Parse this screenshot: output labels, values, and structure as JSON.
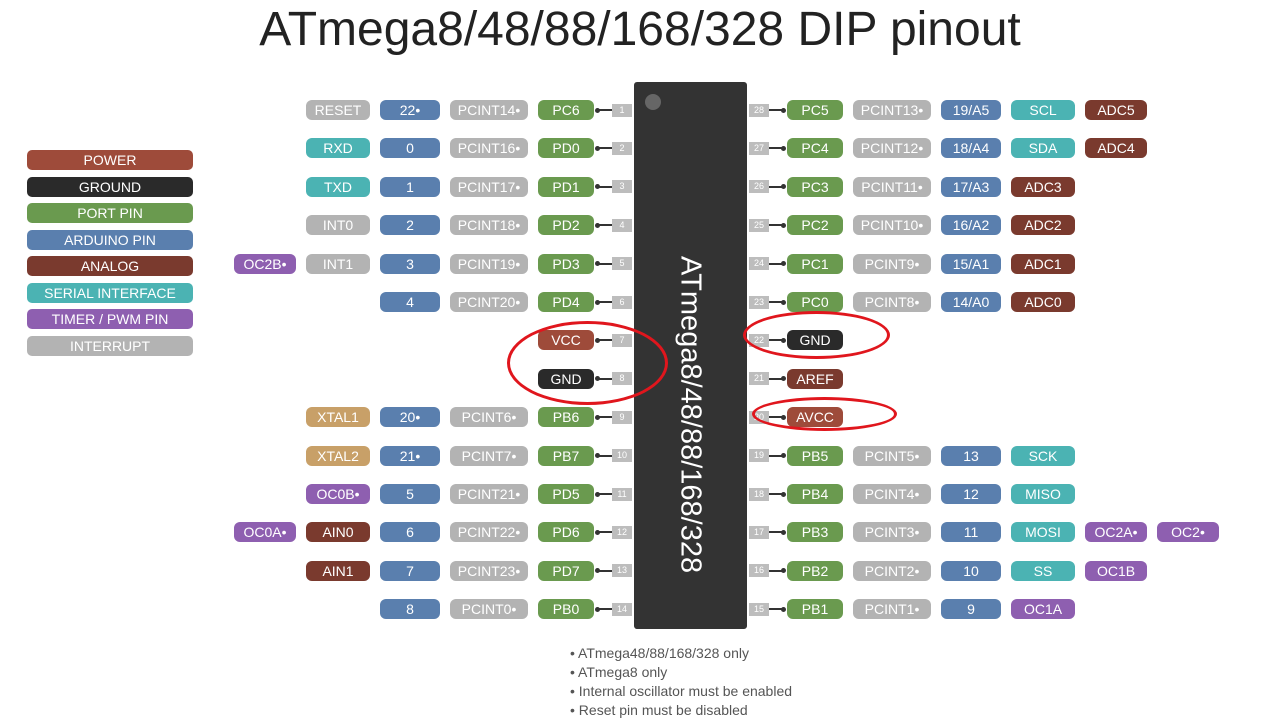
{
  "title": "ATmega8/48/88/168/328 DIP pinout",
  "chip_label": "ATmega8/48/88/168/328",
  "colors": {
    "power": "#9e4b3a",
    "ground": "#2a2a2a",
    "port": "#6a9a4f",
    "arduino": "#5a7fae",
    "analog": "#7a3a2e",
    "serial": "#4bb3b3",
    "timer": "#8e5fb0",
    "interrupt": "#b3b3b3",
    "xtal": "#c8a068",
    "highlight": "#e0161d"
  },
  "legend": [
    {
      "label": "POWER",
      "cat": "power"
    },
    {
      "label": "GROUND",
      "cat": "ground"
    },
    {
      "label": "PORT PIN",
      "cat": "port"
    },
    {
      "label": "ARDUINO PIN",
      "cat": "arduino"
    },
    {
      "label": "ANALOG",
      "cat": "analog"
    },
    {
      "label": "SERIAL INTERFACE",
      "cat": "serial"
    },
    {
      "label": "TIMER / PWM PIN",
      "cat": "timer"
    },
    {
      "label": "INTERRUPT",
      "cat": "interrupt"
    }
  ],
  "left_pins": [
    {
      "num": "1",
      "tags": [
        [
          "PC6",
          "port"
        ],
        [
          "PCINT14•",
          "interrupt"
        ],
        [
          "22•",
          "arduino"
        ],
        [
          "RESET",
          "interrupt"
        ]
      ]
    },
    {
      "num": "2",
      "tags": [
        [
          "PD0",
          "port"
        ],
        [
          "PCINT16•",
          "interrupt"
        ],
        [
          "0",
          "arduino"
        ],
        [
          "RXD",
          "serial"
        ]
      ]
    },
    {
      "num": "3",
      "tags": [
        [
          "PD1",
          "port"
        ],
        [
          "PCINT17•",
          "interrupt"
        ],
        [
          "1",
          "arduino"
        ],
        [
          "TXD",
          "serial"
        ]
      ]
    },
    {
      "num": "4",
      "tags": [
        [
          "PD2",
          "port"
        ],
        [
          "PCINT18•",
          "interrupt"
        ],
        [
          "2",
          "arduino"
        ],
        [
          "INT0",
          "interrupt"
        ]
      ]
    },
    {
      "num": "5",
      "tags": [
        [
          "PD3",
          "port"
        ],
        [
          "PCINT19•",
          "interrupt"
        ],
        [
          "3",
          "arduino"
        ],
        [
          "INT1",
          "interrupt"
        ],
        [
          "OC2B•",
          "timer"
        ]
      ]
    },
    {
      "num": "6",
      "tags": [
        [
          "PD4",
          "port"
        ],
        [
          "PCINT20•",
          "interrupt"
        ],
        [
          "4",
          "arduino"
        ]
      ]
    },
    {
      "num": "7",
      "tags": [
        [
          "VCC",
          "power"
        ]
      ]
    },
    {
      "num": "8",
      "tags": [
        [
          "GND",
          "ground"
        ]
      ]
    },
    {
      "num": "9",
      "tags": [
        [
          "PB6",
          "port"
        ],
        [
          "PCINT6•",
          "interrupt"
        ],
        [
          "20•",
          "arduino"
        ],
        [
          "XTAL1",
          "xtal"
        ]
      ]
    },
    {
      "num": "10",
      "tags": [
        [
          "PB7",
          "port"
        ],
        [
          "PCINT7•",
          "interrupt"
        ],
        [
          "21•",
          "arduino"
        ],
        [
          "XTAL2",
          "xtal"
        ]
      ]
    },
    {
      "num": "11",
      "tags": [
        [
          "PD5",
          "port"
        ],
        [
          "PCINT21•",
          "interrupt"
        ],
        [
          "5",
          "arduino"
        ],
        [
          "OC0B•",
          "timer"
        ]
      ]
    },
    {
      "num": "12",
      "tags": [
        [
          "PD6",
          "port"
        ],
        [
          "PCINT22•",
          "interrupt"
        ],
        [
          "6",
          "arduino"
        ],
        [
          "AIN0",
          "analog"
        ],
        [
          "OC0A•",
          "timer"
        ]
      ]
    },
    {
      "num": "13",
      "tags": [
        [
          "PD7",
          "port"
        ],
        [
          "PCINT23•",
          "interrupt"
        ],
        [
          "7",
          "arduino"
        ],
        [
          "AIN1",
          "analog"
        ]
      ]
    },
    {
      "num": "14",
      "tags": [
        [
          "PB0",
          "port"
        ],
        [
          "PCINT0•",
          "interrupt"
        ],
        [
          "8",
          "arduino"
        ]
      ]
    }
  ],
  "right_pins": [
    {
      "num": "28",
      "tags": [
        [
          "PC5",
          "port"
        ],
        [
          "PCINT13•",
          "interrupt"
        ],
        [
          "19/A5",
          "arduino"
        ],
        [
          "SCL",
          "serial"
        ],
        [
          "ADC5",
          "analog"
        ]
      ]
    },
    {
      "num": "27",
      "tags": [
        [
          "PC4",
          "port"
        ],
        [
          "PCINT12•",
          "interrupt"
        ],
        [
          "18/A4",
          "arduino"
        ],
        [
          "SDA",
          "serial"
        ],
        [
          "ADC4",
          "analog"
        ]
      ]
    },
    {
      "num": "26",
      "tags": [
        [
          "PC3",
          "port"
        ],
        [
          "PCINT11•",
          "interrupt"
        ],
        [
          "17/A3",
          "arduino"
        ],
        [
          "ADC3",
          "analog"
        ]
      ]
    },
    {
      "num": "25",
      "tags": [
        [
          "PC2",
          "port"
        ],
        [
          "PCINT10•",
          "interrupt"
        ],
        [
          "16/A2",
          "arduino"
        ],
        [
          "ADC2",
          "analog"
        ]
      ]
    },
    {
      "num": "24",
      "tags": [
        [
          "PC1",
          "port"
        ],
        [
          "PCINT9•",
          "interrupt"
        ],
        [
          "15/A1",
          "arduino"
        ],
        [
          "ADC1",
          "analog"
        ]
      ]
    },
    {
      "num": "23",
      "tags": [
        [
          "PC0",
          "port"
        ],
        [
          "PCINT8•",
          "interrupt"
        ],
        [
          "14/A0",
          "arduino"
        ],
        [
          "ADC0",
          "analog"
        ]
      ]
    },
    {
      "num": "22",
      "tags": [
        [
          "GND",
          "ground"
        ]
      ]
    },
    {
      "num": "21",
      "tags": [
        [
          "AREF",
          "analog"
        ]
      ]
    },
    {
      "num": "20",
      "tags": [
        [
          "AVCC",
          "power"
        ]
      ]
    },
    {
      "num": "19",
      "tags": [
        [
          "PB5",
          "port"
        ],
        [
          "PCINT5•",
          "interrupt"
        ],
        [
          "13",
          "arduino"
        ],
        [
          "SCK",
          "serial"
        ]
      ]
    },
    {
      "num": "18",
      "tags": [
        [
          "PB4",
          "port"
        ],
        [
          "PCINT4•",
          "interrupt"
        ],
        [
          "12",
          "arduino"
        ],
        [
          "MISO",
          "serial"
        ]
      ]
    },
    {
      "num": "17",
      "tags": [
        [
          "PB3",
          "port"
        ],
        [
          "PCINT3•",
          "interrupt"
        ],
        [
          "11",
          "arduino"
        ],
        [
          "MOSI",
          "serial"
        ],
        [
          "OC2A•",
          "timer"
        ],
        [
          "OC2•",
          "timer"
        ]
      ]
    },
    {
      "num": "16",
      "tags": [
        [
          "PB2",
          "port"
        ],
        [
          "PCINT2•",
          "interrupt"
        ],
        [
          "10",
          "arduino"
        ],
        [
          "SS",
          "serial"
        ],
        [
          "OC1B",
          "timer"
        ]
      ]
    },
    {
      "num": "15",
      "tags": [
        [
          "PB1",
          "port"
        ],
        [
          "PCINT1•",
          "interrupt"
        ],
        [
          "9",
          "arduino"
        ],
        [
          "OC1A",
          "timer"
        ]
      ]
    }
  ],
  "notes": [
    "• ATmega48/88/168/328 only",
    "• ATmega8 only",
    "• Internal oscillator must be enabled",
    "• Reset pin must be disabled"
  ]
}
